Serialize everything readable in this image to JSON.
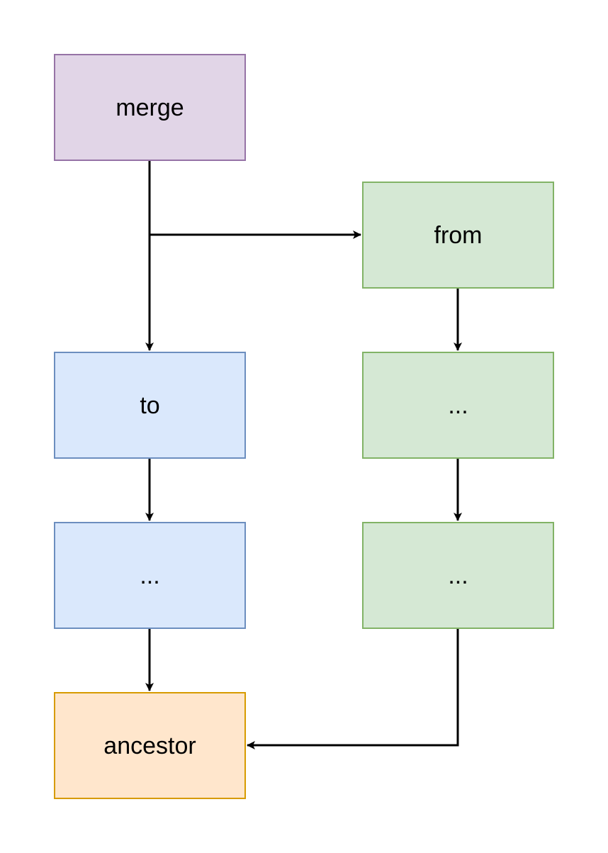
{
  "nodes": {
    "merge": {
      "label": "merge",
      "fill": "#e1d5e7",
      "stroke": "#9673a6"
    },
    "from": {
      "label": "from",
      "fill": "#d5e8d4",
      "stroke": "#82b366"
    },
    "to": {
      "label": "to",
      "fill": "#dae8fc",
      "stroke": "#6c8ebf"
    },
    "from_2": {
      "label": "...",
      "fill": "#d5e8d4",
      "stroke": "#82b366"
    },
    "to_2": {
      "label": "...",
      "fill": "#dae8fc",
      "stroke": "#6c8ebf"
    },
    "from_3": {
      "label": "...",
      "fill": "#d5e8d4",
      "stroke": "#82b366"
    },
    "ancestor": {
      "label": "ancestor",
      "fill": "#ffe6cc",
      "stroke": "#d79b00"
    }
  },
  "edges": [
    {
      "from": "merge",
      "to": "to"
    },
    {
      "from": "merge",
      "to": "from"
    },
    {
      "from": "from",
      "to": "from_2"
    },
    {
      "from": "from_2",
      "to": "from_3"
    },
    {
      "from": "to",
      "to": "to_2"
    },
    {
      "from": "to_2",
      "to": "ancestor"
    },
    {
      "from": "from_3",
      "to": "ancestor"
    }
  ],
  "colors": {
    "edge": "#000000",
    "background": "#ffffff"
  }
}
